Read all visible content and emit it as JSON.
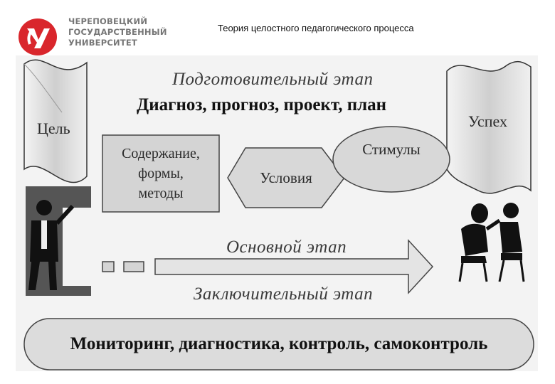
{
  "header": {
    "logo_lines": [
      "ЧЕРЕПОВЕЦКИЙ",
      "ГОСУДАРСТВЕННЫЙ",
      "УНИВЕРСИТЕТ"
    ],
    "title": "Теория целостного педагогического процесса"
  },
  "colors": {
    "logo_red": "#d9262c",
    "box_fill": "#d4d4d4",
    "arrow_fill": "#e0e0e0",
    "stroke": "#444444"
  },
  "diagram": {
    "stage_prep": "Подготовительный этап",
    "prep_items": "Диагноз, прогноз, проект, план",
    "goal": "Цель",
    "success": "Успех",
    "content_lines": [
      "Содержание,",
      "формы,",
      "методы"
    ],
    "conditions": "Условия",
    "stimuli": "Стимулы",
    "stage_main": "Основной этап",
    "stage_final": "Заключительный этап",
    "monitoring": "Мониторинг, диагностика, контроль, самоконтроль"
  }
}
